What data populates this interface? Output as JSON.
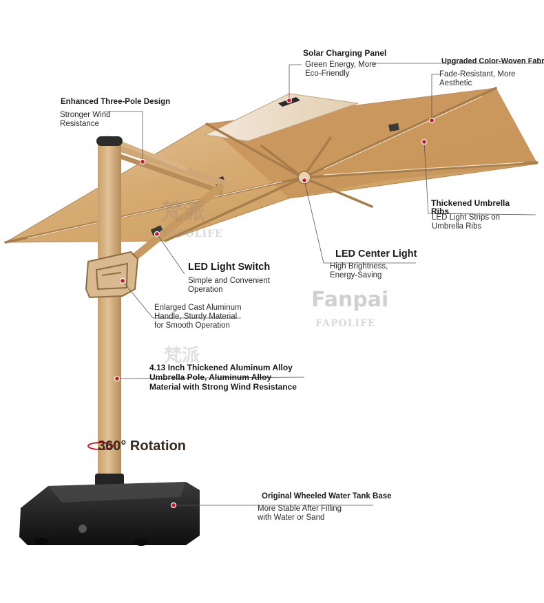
{
  "callouts": {
    "solar": {
      "title": "Solar Charging Panel",
      "line1": "Green Energy, More",
      "line2": "Eco-Friendly"
    },
    "fabric": {
      "title": "Upgraded Color-Woven Fabr",
      "line1": "Fade-Resistant, More",
      "line2": "Aesthetic"
    },
    "three_pole": {
      "title": "Enhanced Three-Pole Design",
      "line1": "Stronger Wind",
      "line2": "Resistance"
    },
    "ribs": {
      "title_line1": "Thickened Umbrella",
      "title_line2": "Ribs",
      "line1": "LED Light Strips on",
      "line2": "Umbrella Ribs"
    },
    "led_switch": {
      "title": "LED Light Switch",
      "line1": "Simple and Convenient",
      "line2": "Operation"
    },
    "led_center": {
      "title": "LED Center Light",
      "line1": "High Brightness,",
      "line2": "Energy-Saving"
    },
    "handle": {
      "line1": "Enlarged Cast Aluminum",
      "line2": "Handle, Sturdy Material",
      "line3": "for Smooth Operation"
    },
    "pole": {
      "line1": "4.13 Inch Thickened Aluminum Alloy",
      "line2": "Umbrella Pole, Aluminum Alloy",
      "line3": "Material with Strong Wind Resistance"
    },
    "rotation": {
      "label": "360° Rotation"
    },
    "base": {
      "title": "Original Wheeled Water Tank Base",
      "line1": "More Stable After Filling",
      "line2": "with Water or Sand"
    }
  },
  "watermarks": {
    "brand_cn": "梵派",
    "brand_en": "Fanpai",
    "brand_sub": "FAPOLIFE"
  },
  "colors": {
    "canopy": "#d3a871",
    "canopy_light": "#e9d6bd",
    "pole": "#d7b384",
    "base": "#1c1c1c",
    "marker": "#c8192e"
  }
}
